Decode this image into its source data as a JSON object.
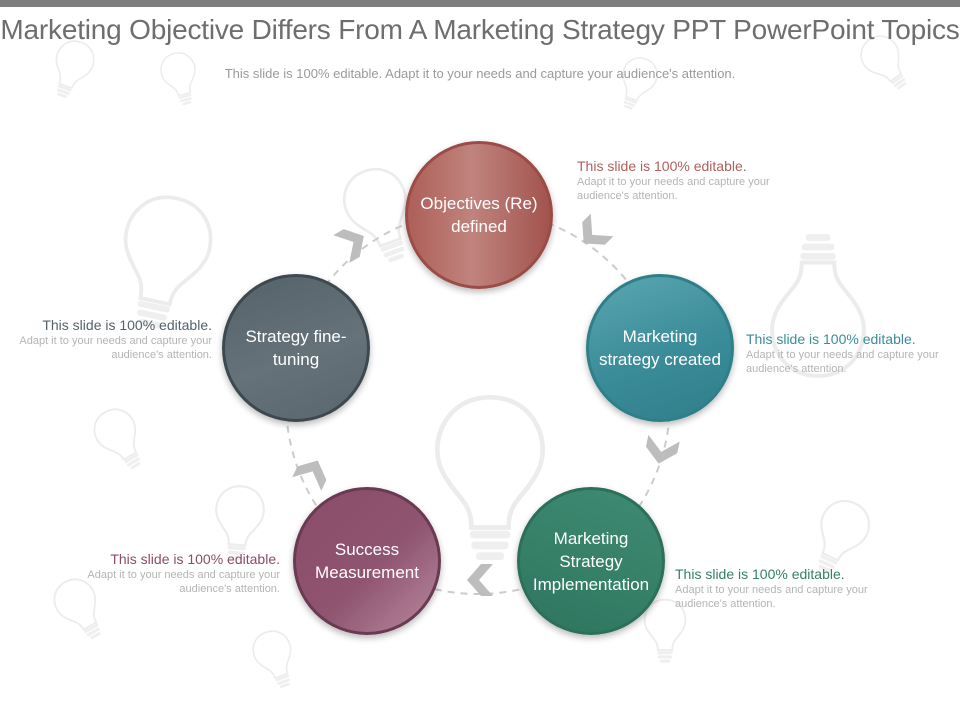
{
  "title": "Marketing Objective Differs From A Marketing Strategy PPT PowerPoint Topics",
  "subtitle": "This slide is 100% editable. Adapt it to your needs and capture your audience's attention.",
  "nodes": [
    {
      "label": "Objectives (Re) defined",
      "color": "#ae5f59"
    },
    {
      "label": "Marketing strategy created",
      "color": "#3a8c98"
    },
    {
      "label": "Marketing Strategy Implementation",
      "color": "#357f67"
    },
    {
      "label": "Success Measurement",
      "color": "#8a4c69"
    },
    {
      "label": "Strategy fine-tuning",
      "color": "#5a666e"
    }
  ],
  "notes": [
    {
      "head": "This slide is 100% editable.",
      "body": "Adapt it to your needs and capture your audience's attention.",
      "color": "#b0605a"
    },
    {
      "head": "This slide is 100% editable.",
      "body": "Adapt it to your needs and capture your audience's attention.",
      "color": "#3a8c98"
    },
    {
      "head": "This slide is 100% editable.",
      "body": "Adapt it to your needs and capture your audience's attention.",
      "color": "#357f67"
    },
    {
      "head": "This slide is 100% editable.",
      "body": "Adapt it to your needs and capture your audience's attention.",
      "color": "#8a4c69"
    },
    {
      "head": "This slide is 100% editable.",
      "body": "Adapt it to your needs and capture your audience's attention.",
      "color": "#55626a"
    }
  ],
  "icons": {
    "flow_arrow": "chevron-arrow-icon",
    "background": "light-bulb-icon"
  },
  "colors": {
    "arrow": "#bdbdbd",
    "ring": "#cccccc",
    "bulb": "#eeeeee"
  }
}
